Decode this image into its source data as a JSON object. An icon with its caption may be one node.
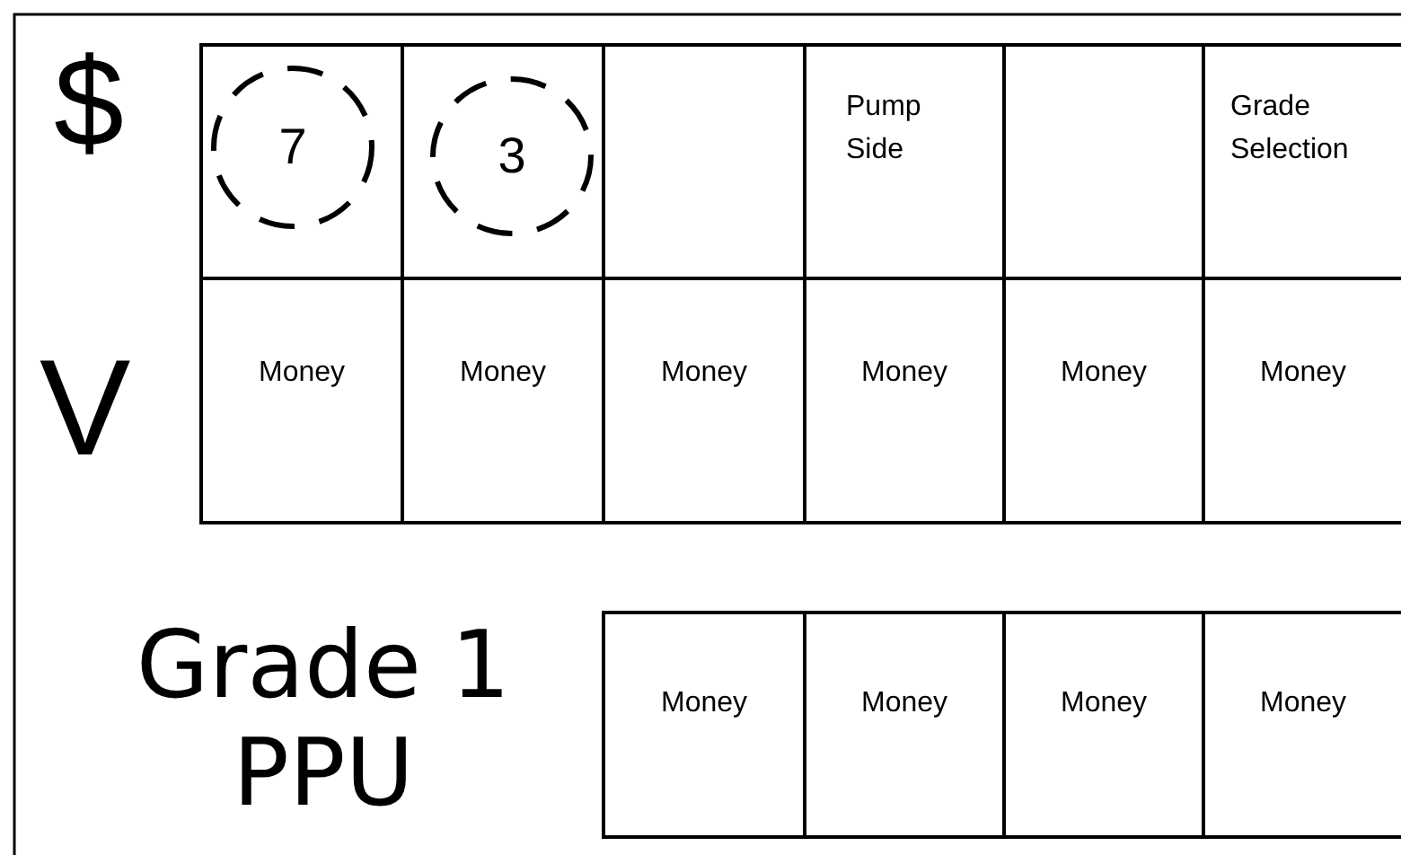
{
  "diagram": {
    "nodes": [
      {
        "text": [],
        "shape": "box"
      },
      {
        "text": [
          "7"
        ],
        "in": 0
      },
      {
        "text": [],
        "shape": "box"
      },
      {
        "text": [
          "3"
        ],
        "in": 2
      },
      {
        "text": [],
        "shape": "box"
      },
      {
        "text": [
          "Pump Side"
        ]
      },
      {
        "text": [],
        "shape": "box"
      },
      {
        "text": [
          "Grade Selection"
        ]
      },
      {
        "text": [
          "Money"
        ]
      },
      {
        "text": [
          "Money"
        ]
      },
      {
        "text": [
          "Money"
        ]
      },
      {
        "text": [
          "Money"
        ]
      },
      {
        "text": [
          "Money"
        ]
      },
      {
        "text": [
          "Money"
        ]
      },
      {
        "text": [
          "Money"
        ]
      },
      {
        "text": [
          "Money"
        ]
      },
      {
        "text": [
          "Money"
        ]
      },
      {
        "text": [
          "Money"
        ]
      }
    ],
    "labels": [
      "$",
      "V",
      "Grade 1 PPU"
    ]
  }
}
